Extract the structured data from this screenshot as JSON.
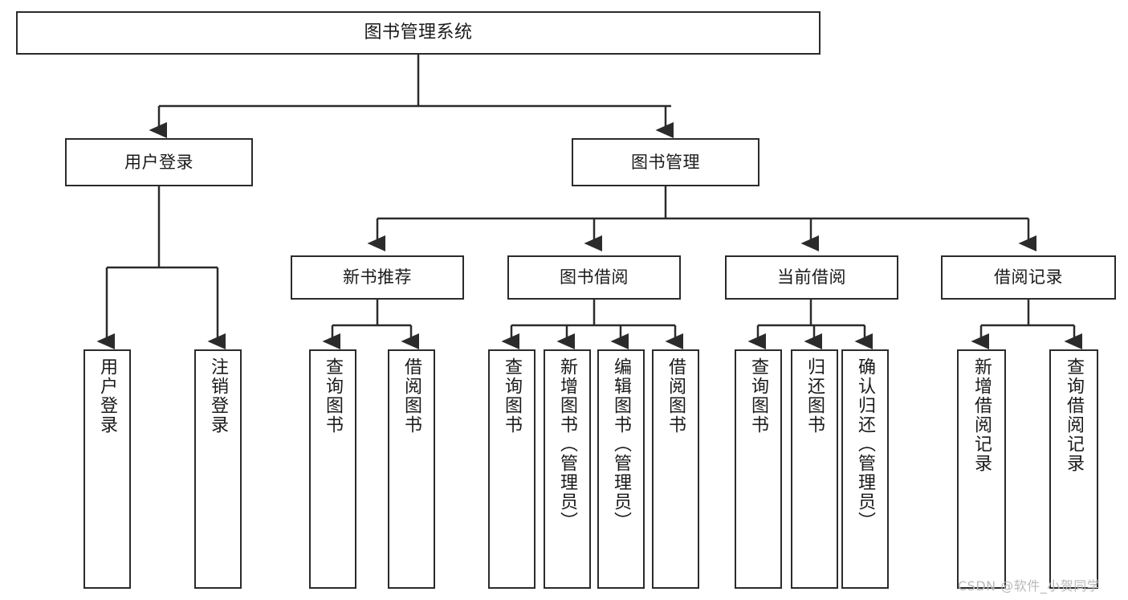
{
  "diagram": {
    "title": "图书管理系统",
    "type": "tree-hierarchy-diagram",
    "colors": {
      "box_border": "#2b2b2b",
      "box_fill": "#ffffff",
      "edge": "#2b2b2b",
      "text": "#1a1a1a",
      "watermark": "#b9b9b9",
      "background": "#ffffff"
    },
    "root": {
      "label": "图书管理系统"
    },
    "level1": [
      {
        "label": "用户登录"
      },
      {
        "label": "图书管理"
      }
    ],
    "level2": [
      {
        "label": "新书推荐"
      },
      {
        "label": "图书借阅"
      },
      {
        "label": "当前借阅"
      },
      {
        "label": "借阅记录"
      }
    ],
    "leaves": {
      "user_login": [
        {
          "label": "用户登录"
        },
        {
          "label": "注销登录"
        }
      ],
      "new_book_recommend": [
        {
          "label": "查询图书"
        },
        {
          "label": "借阅图书"
        }
      ],
      "book_borrow": [
        {
          "label": "查询图书"
        },
        {
          "label": "新增图书（管理员）"
        },
        {
          "label": "编辑图书（管理员）"
        },
        {
          "label": "借阅图书"
        }
      ],
      "current_borrow": [
        {
          "label": "查询图书"
        },
        {
          "label": "归还图书"
        },
        {
          "label": "确认归还（管理员）"
        }
      ],
      "borrow_record": [
        {
          "label": "新增借阅记录"
        },
        {
          "label": "查询借阅记录"
        }
      ]
    }
  },
  "watermark": {
    "text": "CSDN @软件_小贺同学"
  }
}
